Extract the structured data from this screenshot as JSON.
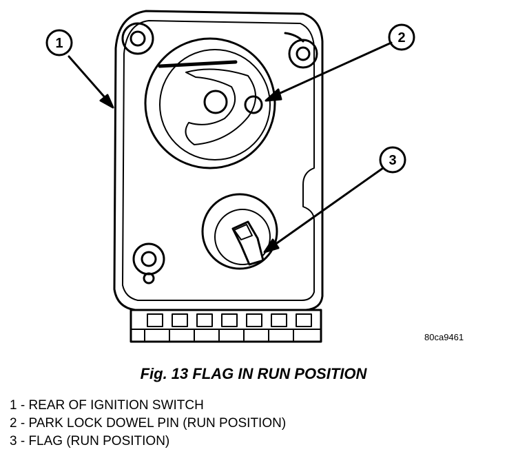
{
  "figure": {
    "ref_code": "80ca9461",
    "caption": "Fig. 13 FLAG IN RUN POSITION",
    "callouts": [
      {
        "number": "1",
        "target": "rear of ignition switch"
      },
      {
        "number": "2",
        "target": "park lock dowel pin"
      },
      {
        "number": "3",
        "target": "flag"
      }
    ]
  },
  "legend": [
    {
      "text": "1 - REAR OF IGNITION SWITCH"
    },
    {
      "text": "2 - PARK LOCK DOWEL PIN (RUN POSITION)"
    },
    {
      "text": "3 - FLAG (RUN POSITION)"
    }
  ]
}
